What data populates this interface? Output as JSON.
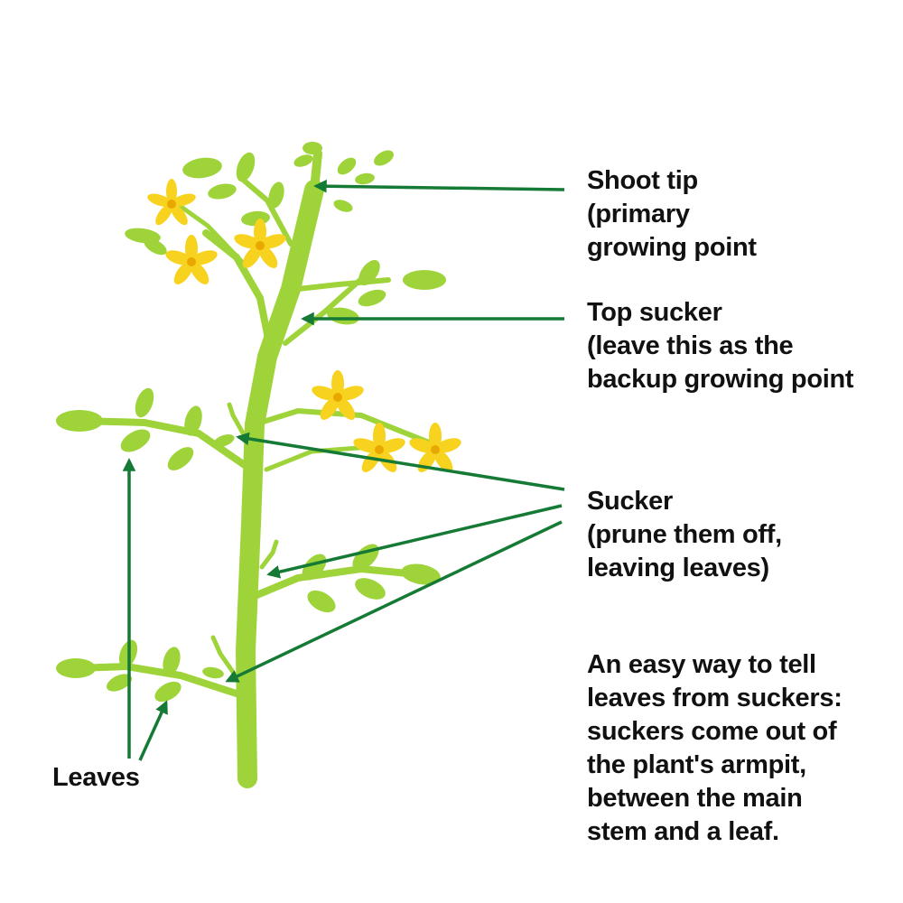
{
  "colors": {
    "stem": "#9ed43a",
    "leaf": "#9ed43a",
    "flower": "#f7d21e",
    "flower_center": "#e8a800",
    "arrow": "#157a35",
    "text": "#111111"
  },
  "labels": {
    "shoot_tip": [
      "Shoot tip",
      "(primary",
      "growing point"
    ],
    "top_sucker": [
      "Top sucker",
      "(leave this as the",
      "backup growing point"
    ],
    "sucker": [
      "Sucker",
      "(prune them off,",
      "leaving leaves)"
    ],
    "tip": [
      "An easy way to tell",
      "leaves from suckers:",
      "suckers come out of",
      "the plant's armpit,",
      "between the main",
      "stem and a leaf."
    ],
    "leaves": "Leaves"
  }
}
